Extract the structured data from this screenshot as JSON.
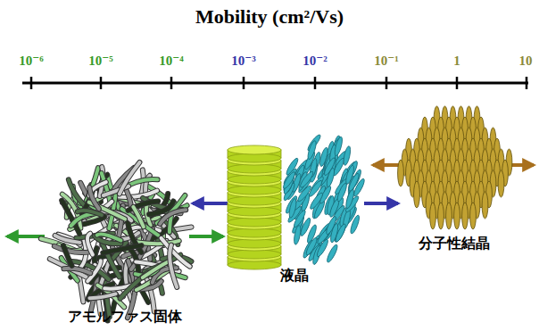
{
  "diagram": {
    "title": "Mobility (cm²/Vs)",
    "labels": [
      "10⁻⁶",
      "10⁻⁵",
      "10⁻⁴",
      "10⁻³",
      "10⁻²",
      "10⁻¹",
      "1",
      "10",
      "アモルファス固体",
      "液晶",
      "分子性結晶"
    ]
  }
}
